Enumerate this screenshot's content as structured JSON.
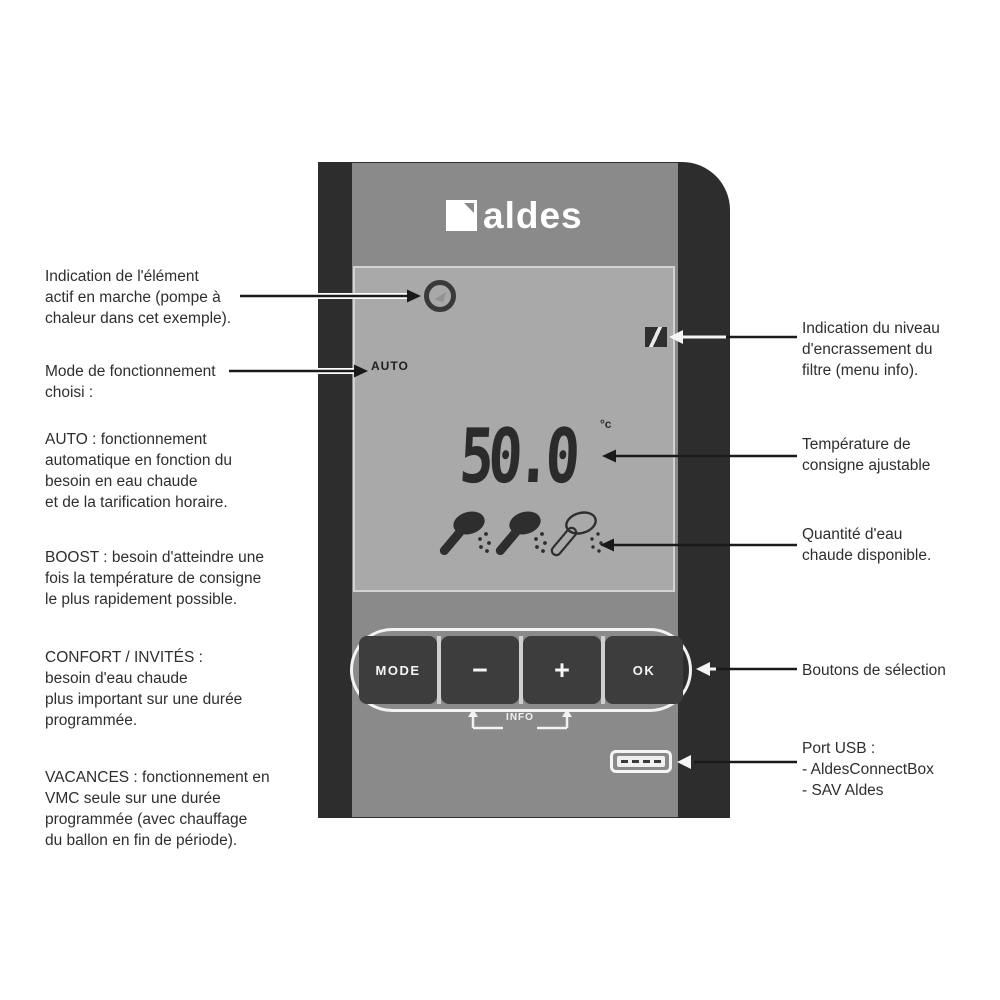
{
  "device": {
    "brand": "aldes",
    "colors": {
      "frame": "#2d2d2d",
      "body": "#8a8a8a",
      "display": "#a9a9a9",
      "button": "#3d3d3d",
      "outline_white": "#f2f2f2"
    },
    "display": {
      "mode_label": "AUTO",
      "temperature_value": "50.0",
      "temperature_unit": "°c",
      "icons": {
        "pump": "pump-running-icon",
        "filter": "filter-fouling-icon",
        "shower_total": 3,
        "shower_filled": 2
      }
    },
    "buttons": {
      "mode": "MODE",
      "minus": "−",
      "plus": "+",
      "ok": "OK",
      "info_label": "INFO"
    },
    "usb_port": {
      "dash_count": 4
    }
  },
  "annotations": {
    "left": [
      {
        "text": "Indication de l'élément\nactif en marche (pompe à\nchaleur dans cet exemple)."
      },
      {
        "text": "Mode de fonctionnement\nchoisi :"
      },
      {
        "text": "AUTO : fonctionnement\nautomatique en fonction du\nbesoin en eau chaude\net de la tarification horaire."
      },
      {
        "text": "BOOST : besoin d'atteindre une\nfois la température de consigne\nle plus rapidement possible."
      },
      {
        "text": "CONFORT / INVITÉS :\nbesoin d'eau chaude\nplus important sur une durée\nprogrammée."
      },
      {
        "text": "VACANCES : fonctionnement en\nVMC seule sur une durée\nprogrammée (avec chauffage\ndu ballon en fin de période)."
      }
    ],
    "right": [
      {
        "text": "Indication du niveau\nd'encrassement du\nfiltre (menu info)."
      },
      {
        "text": "Température de\nconsigne ajustable"
      },
      {
        "text": "Quantité d'eau\nchaude disponible."
      },
      {
        "text": "Boutons de sélection"
      },
      {
        "text": "Port USB :\n- AldesConnectBox\n- SAV Aldes"
      }
    ]
  }
}
